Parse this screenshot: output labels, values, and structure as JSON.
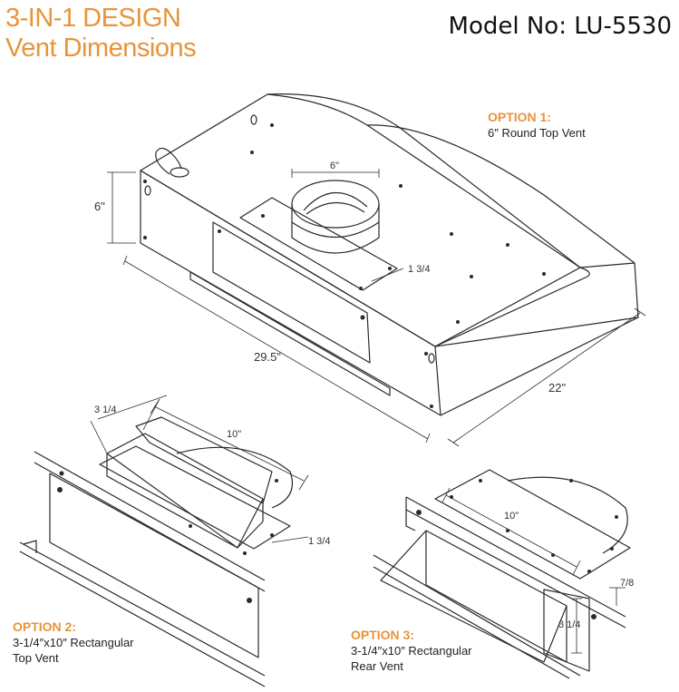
{
  "header": {
    "title_line1": "3-IN-1 DESIGN",
    "title_line2": "Vent Dimensions",
    "model": "Model No: LU-5530"
  },
  "options": [
    {
      "heading": "OPTION 1:",
      "line1": "6″ Round Top Vent",
      "line2": ""
    },
    {
      "heading": "OPTION 2:",
      "line1": "3-1/4″x10″ Rectangular",
      "line2": "Top Vent"
    },
    {
      "heading": "OPTION 3:",
      "line1": "3-1/4″x10″ Rectangular",
      "line2": "Rear Vent"
    }
  ],
  "dimensions": {
    "main_height": "6\"",
    "main_width": "29.5\"",
    "main_depth": "22\"",
    "round_diameter": "6\"",
    "round_offset": "1 3/4",
    "rect_depth": "3 1/4",
    "rect_width": "10\"",
    "rect_offset": "1 3/4",
    "rear_width": "10\"",
    "rear_height": "3 1/4",
    "rear_offset": "7/8"
  },
  "colors": {
    "accent": "#e8943a",
    "line": "#2a2a2a"
  }
}
